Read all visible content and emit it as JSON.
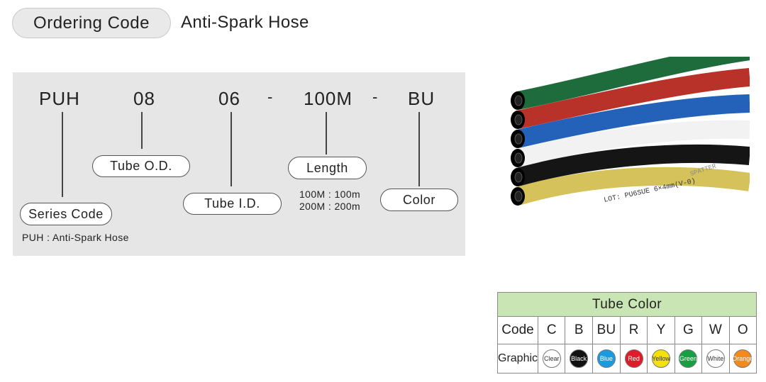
{
  "header": {
    "title": "Ordering Code",
    "product_name": "Anti-Spark Hose"
  },
  "ordering_code": {
    "segments": [
      "PUH",
      "08",
      "06",
      "-",
      "100M",
      "-",
      "BU"
    ],
    "labels": {
      "series": "Series Code",
      "tube_od": "Tube  O.D.",
      "tube_id": "Tube  I.D.",
      "length": "Length",
      "color": "Color"
    },
    "series_note": "PUH : Anti-Spark Hose",
    "length_notes": [
      "100M : 100m",
      "200M : 200m"
    ]
  },
  "photo": {
    "hose_text": "LOT: PU6SUE   6×4mm(V-0)",
    "hose_text2": "SPATTER",
    "colors": [
      "#1e6b3c",
      "#b8322a",
      "#2461b8",
      "#f2f2f2",
      "#151515",
      "#d6c25a"
    ]
  },
  "tube_color": {
    "title": "Tube Color",
    "code_label": "Code",
    "graphic_label": "Graphic",
    "entries": [
      {
        "code": "C",
        "name": "Clear",
        "color": "#ffffff",
        "text": "#333333"
      },
      {
        "code": "B",
        "name": "Black",
        "color": "#111111",
        "text": "#ffffff"
      },
      {
        "code": "BU",
        "name": "Blue",
        "color": "#1a9be0",
        "text": "#ffffff"
      },
      {
        "code": "R",
        "name": "Red",
        "color": "#e01c2a",
        "text": "#ffffff"
      },
      {
        "code": "Y",
        "name": "Yellow",
        "color": "#f5e10a",
        "text": "#333333"
      },
      {
        "code": "G",
        "name": "Green",
        "color": "#17a043",
        "text": "#ffffff"
      },
      {
        "code": "W",
        "name": "White",
        "color": "#ffffff",
        "text": "#333333"
      },
      {
        "code": "O",
        "name": "Orange",
        "color": "#f28a1e",
        "text": "#ffffff"
      }
    ]
  }
}
